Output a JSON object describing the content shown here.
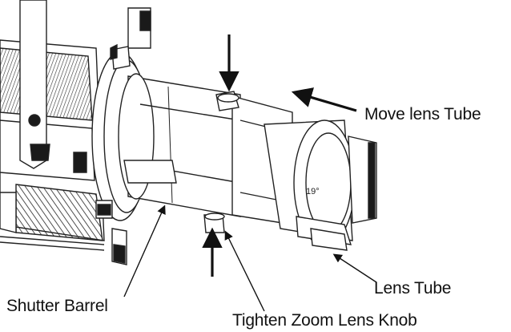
{
  "labels": {
    "move_lens_tube": "Move lens Tube",
    "lens_tube": "Lens Tube",
    "shutter_barrel": "Shutter Barrel",
    "tighten_zoom_knob": "Tighten Zoom Lens Knob"
  },
  "colors": {
    "ink": "#111111",
    "line": "#222222",
    "body_fill": "#ffffff",
    "shade": "#8a8a8a",
    "dark": "#1a1a1a",
    "background": "#ffffff"
  },
  "illustration": {
    "lens_marking": "19°"
  }
}
